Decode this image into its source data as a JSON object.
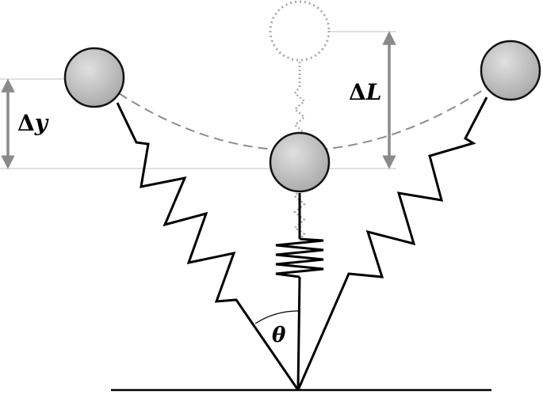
{
  "labels": {
    "delta_y": {
      "symbol": "Δ",
      "var": "y"
    },
    "delta_L": {
      "symbol": "Δ",
      "var": "L"
    },
    "theta": "θ"
  },
  "colors": {
    "ball_fill": "#b8b8b8",
    "ball_stroke": "#111111",
    "spring": "#000000",
    "guide": "#b0b0b0",
    "dashed_arc": "#8c8c8c",
    "ghost": "#a8a8a8",
    "arrow": "#8a8a8a"
  }
}
